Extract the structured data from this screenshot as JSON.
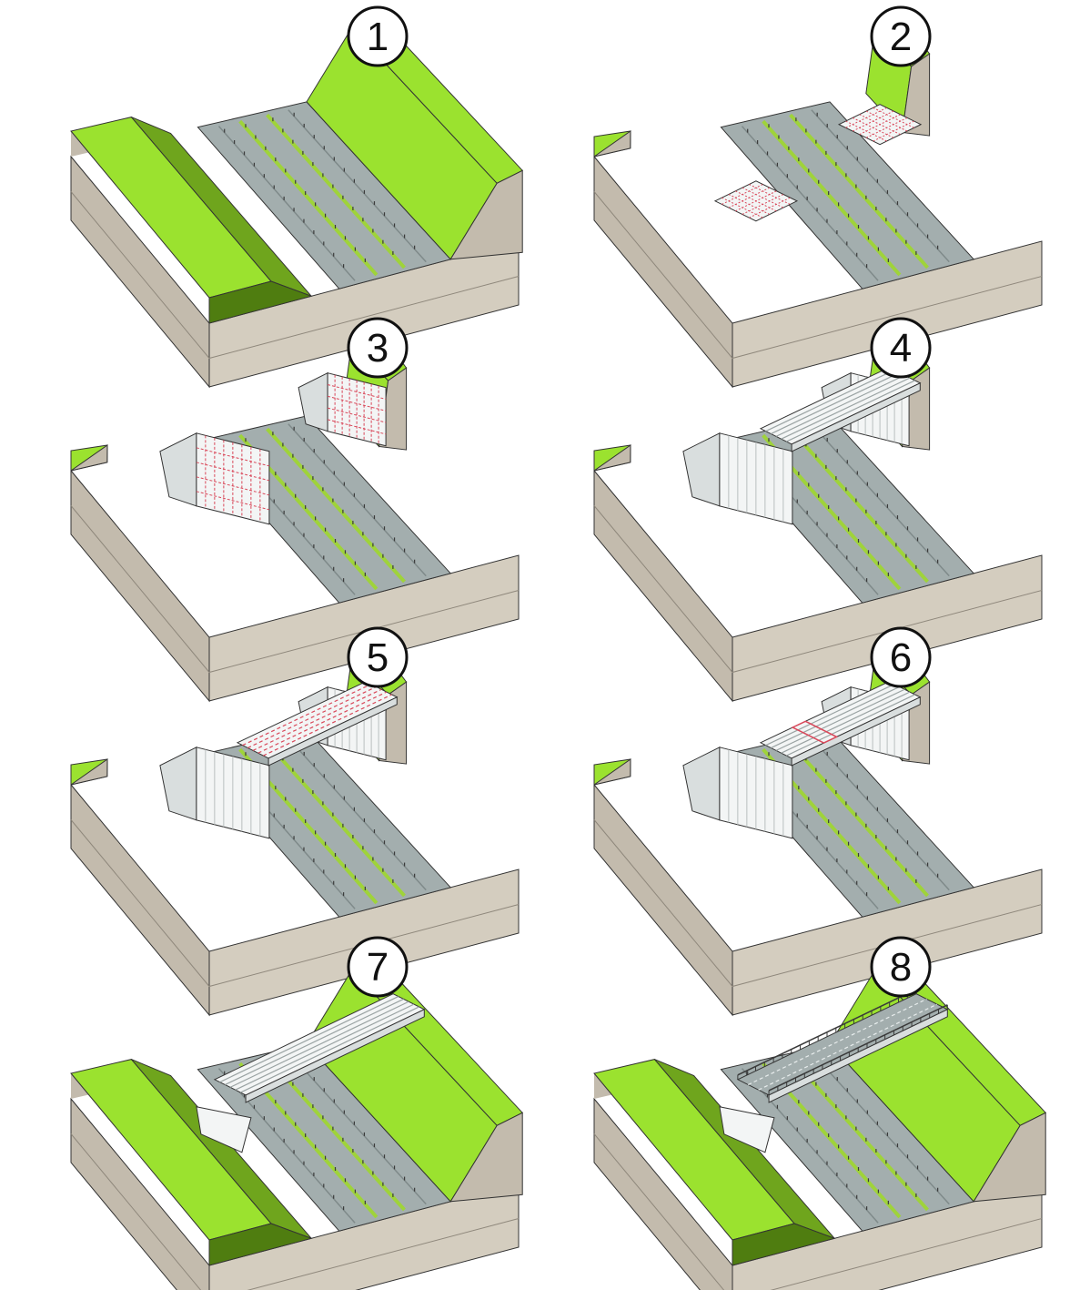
{
  "colors": {
    "grass_top": "#9be22f",
    "grass_slope": "#6fa51d",
    "grass_dark": "#4f7d10",
    "ground_top": "#b7b0a4",
    "ground_front": "#d4cdbf",
    "ground_side": "#c3bbad",
    "road": "#a3aeae",
    "road_stripe": "#9fd33a",
    "rail": "#3a3a3a",
    "concrete": "#f3f5f5",
    "concrete_shade": "#d9dede",
    "rebar": "#d9485a",
    "outline": "#333333"
  },
  "steps": [
    {
      "number": "1",
      "stage": "original-embankment"
    },
    {
      "number": "2",
      "stage": "foundations-rebar"
    },
    {
      "number": "3",
      "stage": "abutments-rebar"
    },
    {
      "number": "4",
      "stage": "girders-placed"
    },
    {
      "number": "5",
      "stage": "deck-rebar"
    },
    {
      "number": "6",
      "stage": "deck-cast"
    },
    {
      "number": "7",
      "stage": "backfill"
    },
    {
      "number": "8",
      "stage": "completed-bridge"
    }
  ]
}
